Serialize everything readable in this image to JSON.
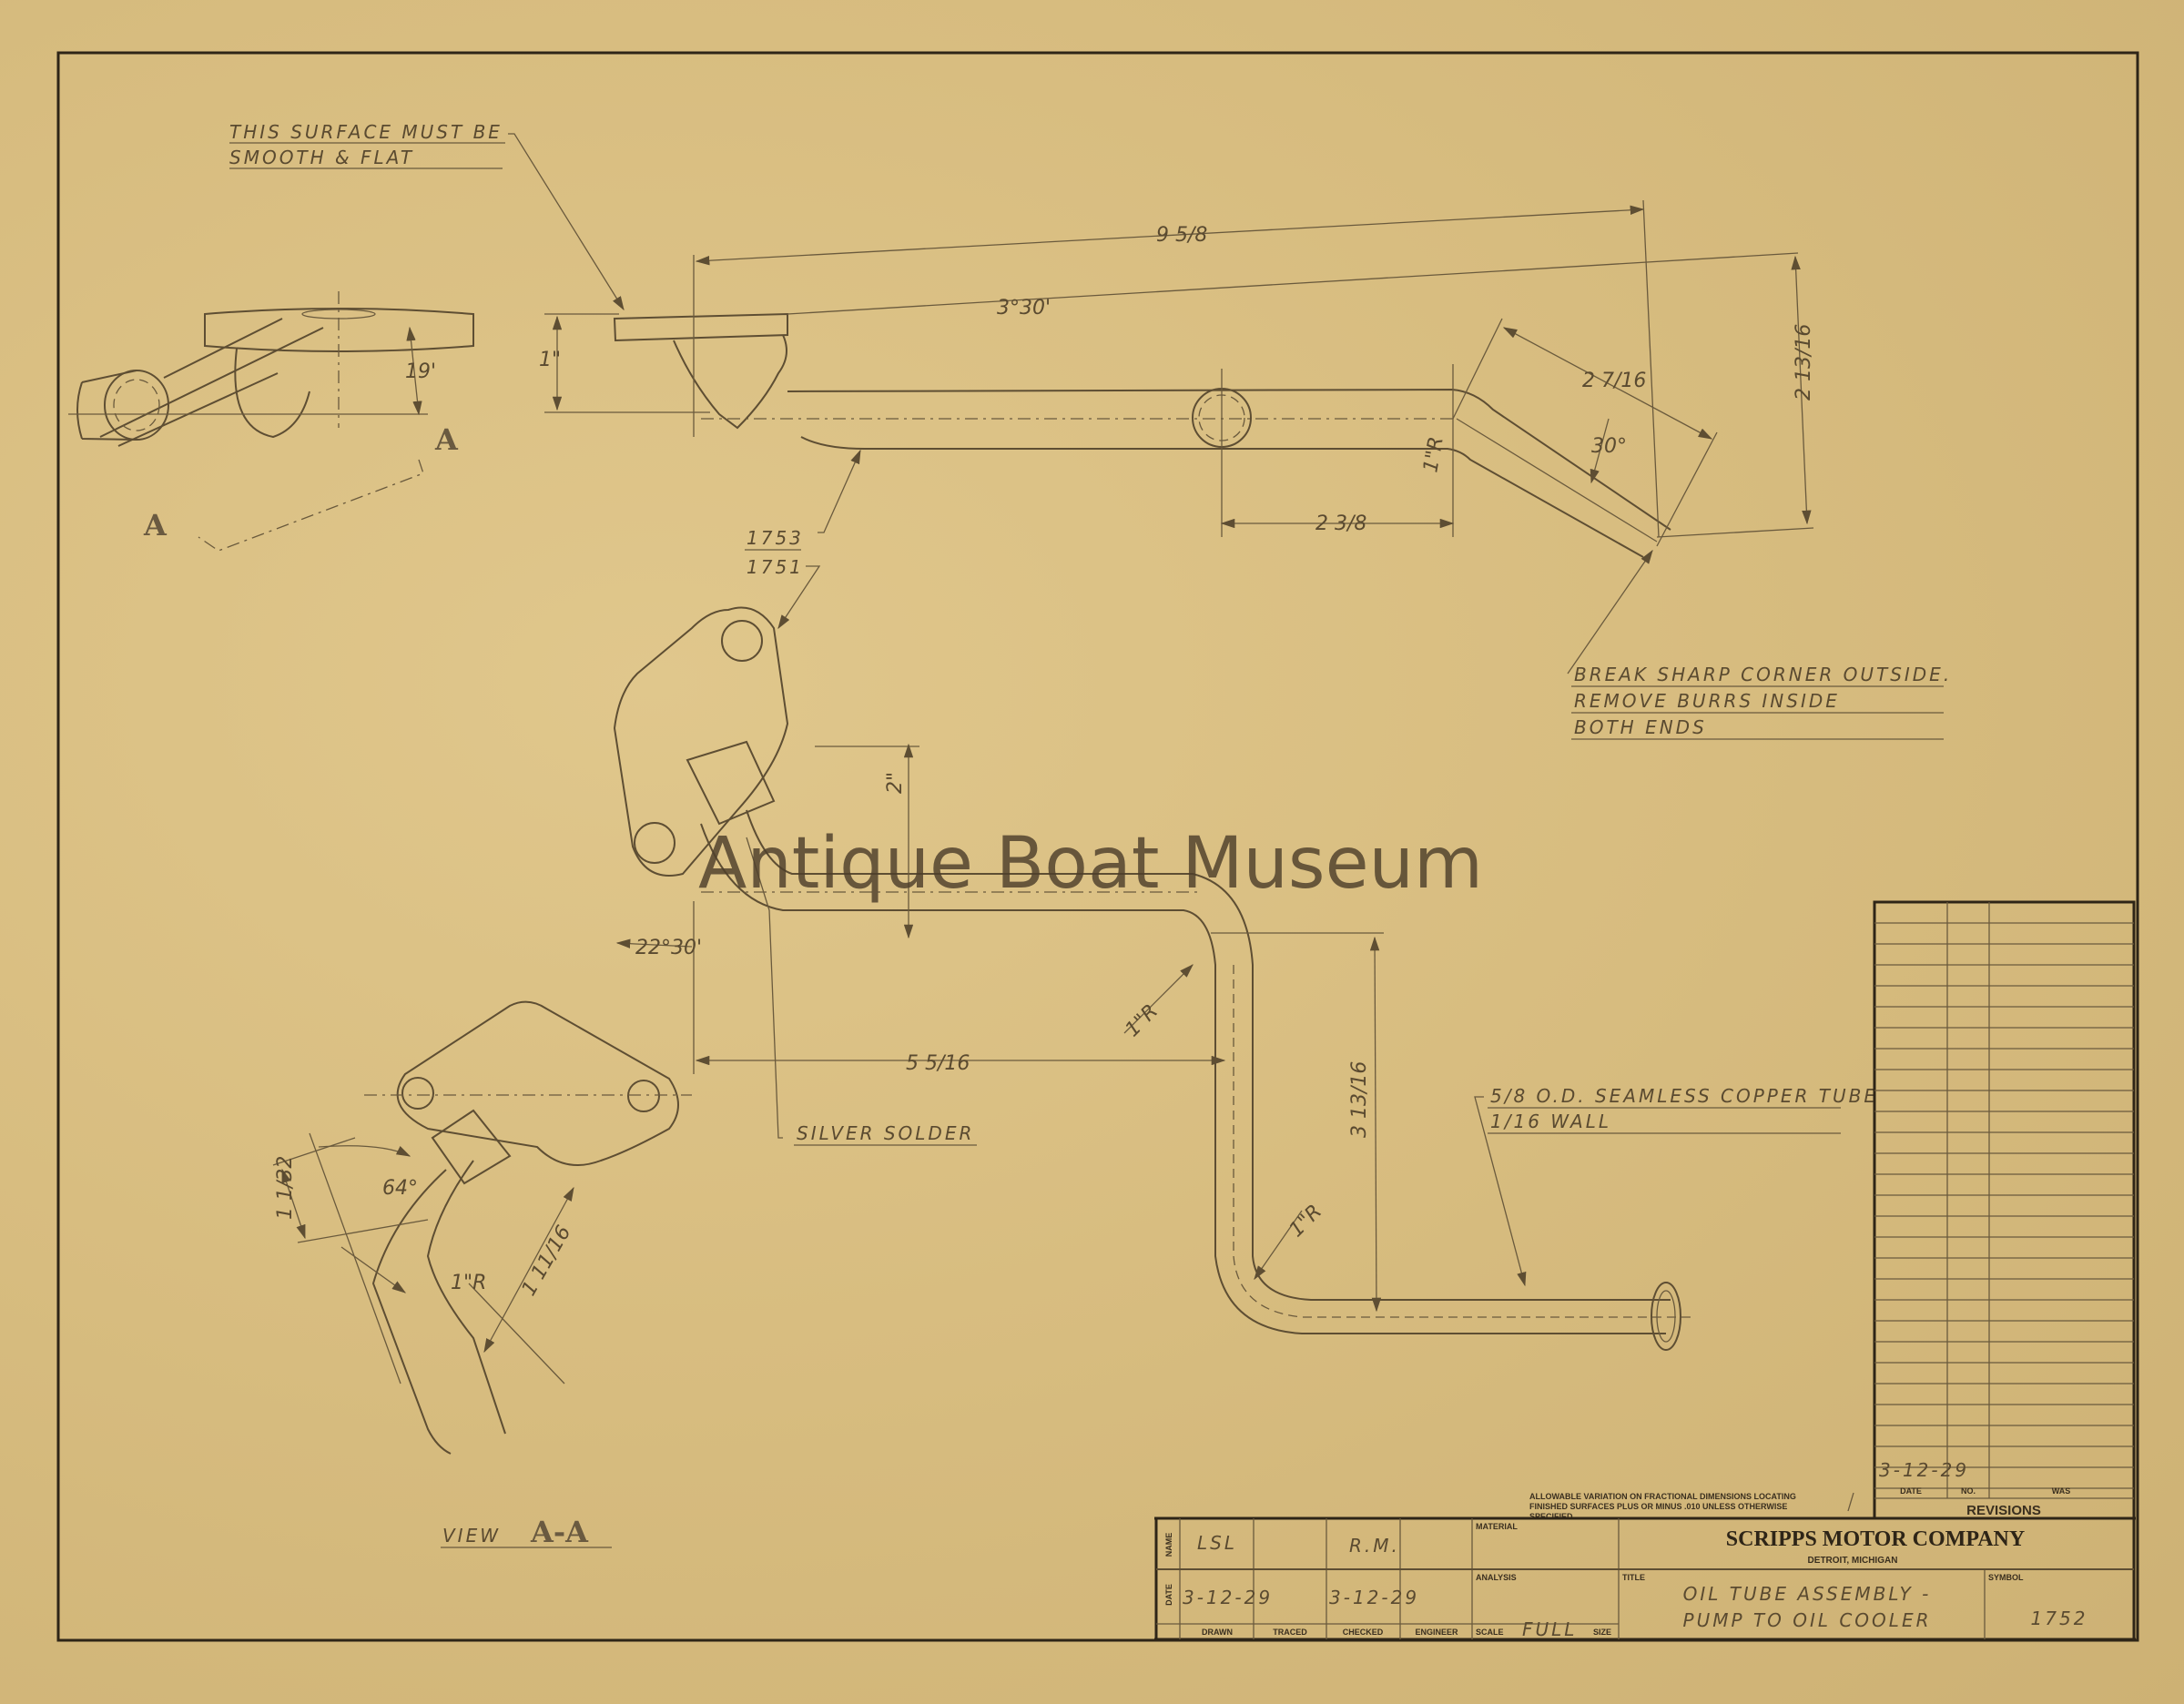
{
  "watermark": "Antique Boat Museum",
  "notes": {
    "surface_line1": "THIS SURFACE MUST BE",
    "surface_line2": "SMOOTH & FLAT",
    "break_line1": "BREAK SHARP CORNER OUTSIDE.",
    "break_line2": "REMOVE BURRS INSIDE",
    "break_line3": "BOTH ENDS",
    "silver_solder": "SILVER SOLDER",
    "tube_line1": "5/8 O.D. SEAMLESS COPPER TUBE",
    "tube_line2": "1/16 WALL",
    "part_1753": "1753",
    "part_1751": "1751",
    "view_label": "VIEW",
    "view_section": "A-A",
    "section_mark": "A",
    "allowance": [
      "ALLOWABLE VARIATION ON FRACTIONAL DIMENSIONS LOCATING",
      "FINISHED SURFACES PLUS OR MINUS .010 UNLESS OTHERWISE",
      "SPECIFIED."
    ]
  },
  "dimensions": {
    "overall": "9 5/8",
    "angle_top": "3°30'",
    "height_1": "1\"",
    "angle_19": "19'",
    "bend_len": "2 7/16",
    "rise": "2 13/16",
    "angle_30": "30°",
    "bend_r_top": "1\"R",
    "offset": "2 3/8",
    "drop_2": "2\"",
    "angle_22": "22°30'",
    "run": "5 5/16",
    "bend_r_mid": "1\"R",
    "drop_3": "3 13/16",
    "bend_r_low": "1\"R",
    "angle_64": "64°",
    "len_1_1_32": "1 1/32",
    "r_aa": "1\"R",
    "len_1_11_16": "1 11/16"
  },
  "revisions": {
    "title": "REVISIONS",
    "headers": [
      "DATE",
      "NO.",
      "WAS"
    ],
    "entries": [
      {
        "date": "3-12-29",
        "no": "",
        "was": ""
      }
    ]
  },
  "title_block": {
    "name_label": "NAME",
    "date_label": "DATE",
    "drawn_name": "LSL",
    "checked_name": "R.M.",
    "drawn_date": "3-12-29",
    "checked_date": "3-12-29",
    "col_labels": [
      "DRAWN",
      "TRACED",
      "CHECKED",
      "ENGINEER"
    ],
    "material_label": "MATERIAL",
    "analysis_label": "ANALYSIS",
    "scale_label": "SCALE",
    "scale_value": "FULL",
    "size_label": "SIZE",
    "company": "SCRIPPS MOTOR COMPANY",
    "location": "DETROIT, MICHIGAN",
    "title_label": "TITLE",
    "title_line1": "OIL TUBE ASSEMBLY -",
    "title_line2": "PUMP TO OIL COOLER",
    "symbol_label": "SYMBOL",
    "symbol_value": "1752"
  }
}
